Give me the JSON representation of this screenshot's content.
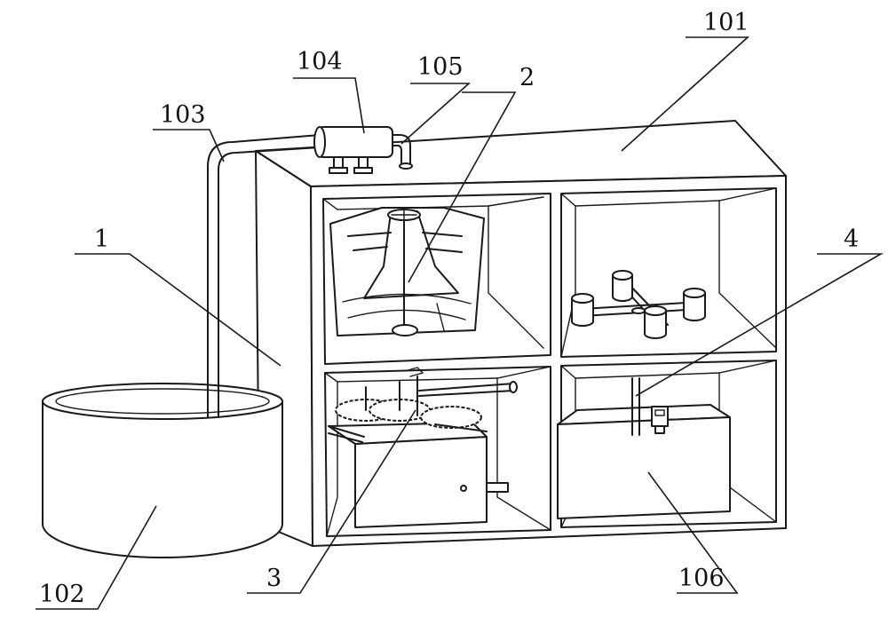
{
  "labels": {
    "housing": "101",
    "tank": "102",
    "pipe": "103",
    "pump": "104",
    "outlet": "105",
    "frame": "1",
    "top_left_unit": "2",
    "gear_unit": "3",
    "lower_right_unit": "4",
    "collection_box": "106"
  }
}
